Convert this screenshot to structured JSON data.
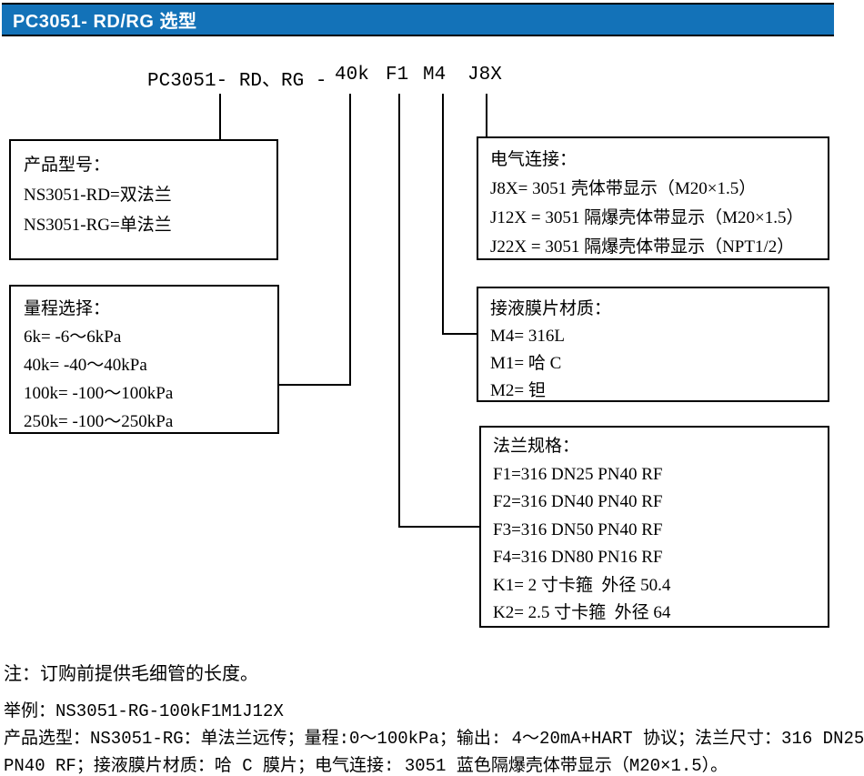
{
  "header": {
    "title": "PC3051- RD/RG 选型"
  },
  "colors": {
    "header_blue": "#1372B8",
    "line_black": "#000000",
    "text_black": "#000000",
    "header_text_white": "#ffffff"
  },
  "code_line": {
    "base": "PC3051- RD、RG -",
    "range_code": "40k",
    "flange_code": "F1",
    "diaphragm_code": "M4",
    "electrical_code": "J8X"
  },
  "boxes": {
    "product": {
      "title": "产品型号：",
      "items": [
        "NS3051-RD=双法兰",
        "NS3051-RG=单法兰"
      ]
    },
    "range": {
      "title": "量程选择：",
      "items": [
        "6k= -6～6kPa",
        "40k= -40～40kPa",
        "100k= -100～100kPa",
        "250k= -100～250kPa"
      ]
    },
    "electrical": {
      "title": "电气连接：",
      "items": [
        "J8X= 3051 壳体带显示（M20×1.5）",
        "J12X = 3051 隔爆壳体带显示（M20×1.5）",
        "J22X = 3051 隔爆壳体带显示（NPT1/2）"
      ]
    },
    "diaphragm": {
      "title": "接液膜片材质：",
      "items": [
        "M4= 316L",
        "M1= 哈 C",
        "M2= 钽"
      ]
    },
    "flange": {
      "title": "法兰规格：",
      "items": [
        "F1=316 DN25 PN40 RF",
        "F2=316 DN40 PN40 RF",
        "F3=316 DN50 PN40 RF",
        "F4=316 DN80 PN16 RF",
        "K1= 2 寸卡箍  外径 50.4",
        "K2= 2.5 寸卡箍  外径 64"
      ]
    }
  },
  "notes": {
    "note": "注：订购前提供毛细管的长度。",
    "example": "举例：NS3051-RG-100kF1M1J12X",
    "description_line1": "产品选型：NS3051-RG：单法兰远传；量程:0～100kPa；输出: 4～20mA+HART 协议；法兰尺寸：316 DN25",
    "description_line2": "PN40 RF；接液膜片材质：哈 C 膜片；电气连接: 3051 蓝色隔爆壳体带显示（M20×1.5）。"
  }
}
